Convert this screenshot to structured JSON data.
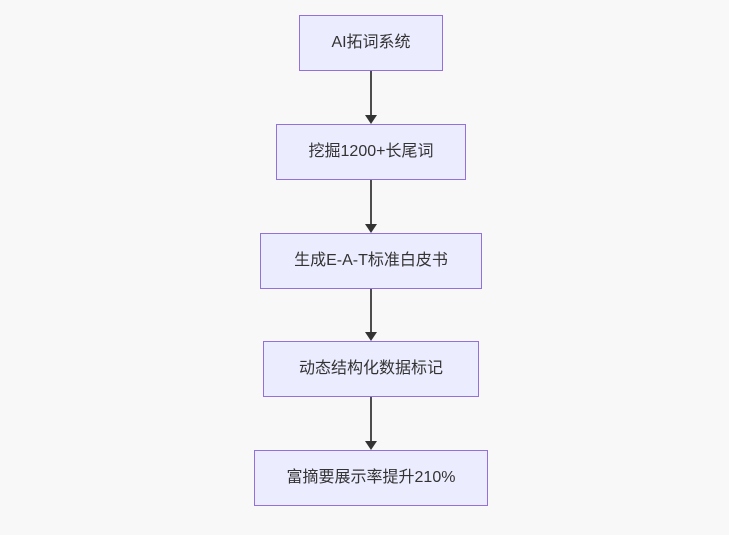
{
  "diagram": {
    "type": "flowchart",
    "direction": "top-to-bottom",
    "colors": {
      "background": "#f8f8f8",
      "node_fill": "#ECECFF",
      "node_border": "#9370DB",
      "node_text": "#333333",
      "arrow": "#333333"
    },
    "nodes": [
      {
        "label": "AI拓词系统"
      },
      {
        "label": "挖掘1200+长尾词"
      },
      {
        "label": "生成E-A-T标准白皮书"
      },
      {
        "label": "动态结构化数据标记"
      },
      {
        "label": "富摘要展示率提升210%"
      }
    ],
    "edges": [
      {
        "from": 0,
        "to": 1
      },
      {
        "from": 1,
        "to": 2
      },
      {
        "from": 2,
        "to": 3
      },
      {
        "from": 3,
        "to": 4
      }
    ]
  }
}
